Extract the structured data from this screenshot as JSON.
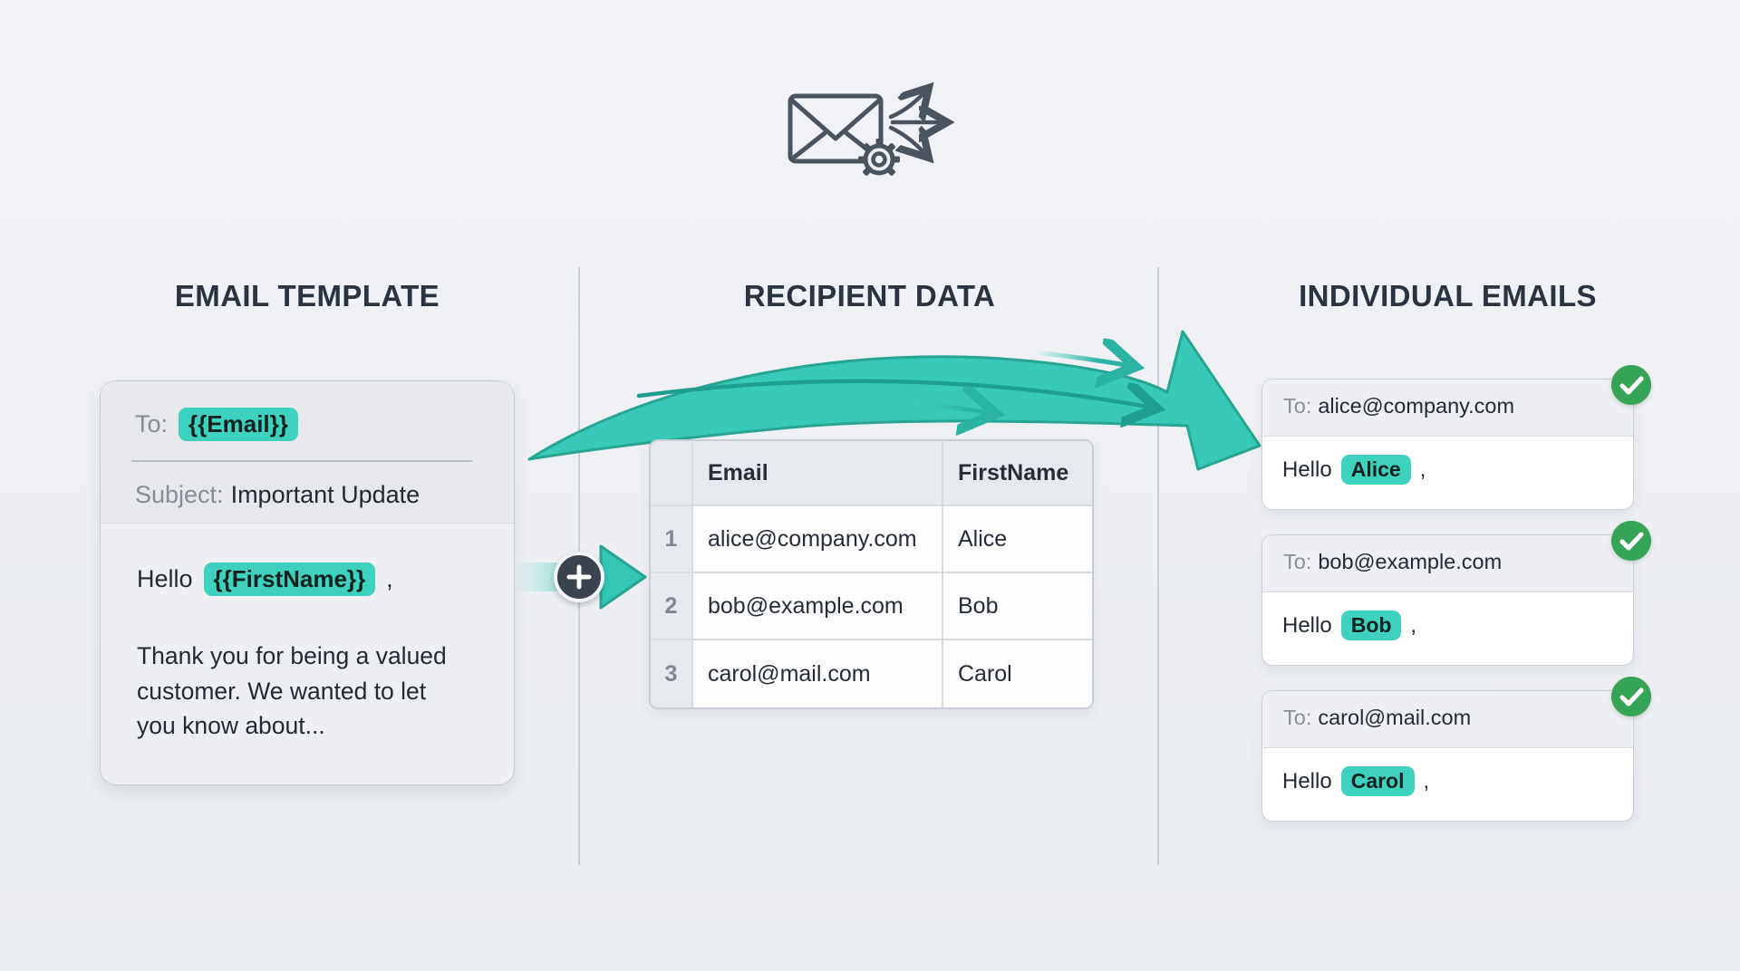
{
  "page": {
    "background": "#eef0f4",
    "accent_teal": "#3ed1bd",
    "accent_teal_dark": "#27a492",
    "success_green": "#36a457",
    "ink": "#2a3340",
    "muted": "#8a9199"
  },
  "sections": {
    "template": {
      "title": "EMAIL TEMPLATE",
      "card": {
        "to_label": "To:",
        "to_token": "{{Email}}",
        "subject_label": "Subject:",
        "subject_value": "Important Update",
        "greeting_prefix": "Hello",
        "greeting_token": "{{FirstName}}",
        "greeting_comma": ",",
        "body_lines": [
          "Thank you for being a valued",
          "customer. We wanted to let",
          "you know about..."
        ]
      }
    },
    "recipients": {
      "title": "RECIPIENT DATA",
      "table": {
        "columns": [
          "Email",
          "FirstName"
        ],
        "rows": [
          {
            "num": "1",
            "email": "alice@company.com",
            "firstname": "Alice"
          },
          {
            "num": "2",
            "email": "bob@example.com",
            "firstname": "Bob"
          },
          {
            "num": "3",
            "email": "carol@mail.com",
            "firstname": "Carol"
          }
        ]
      }
    },
    "individual": {
      "title": "INDIVIDUAL EMAILS",
      "emails": [
        {
          "to_label": "To:",
          "address": "alice@company.com",
          "greeting_prefix": "Hello",
          "name": "Alice",
          "comma": ","
        },
        {
          "to_label": "To:",
          "address": "bob@example.com",
          "greeting_prefix": "Hello",
          "name": "Bob",
          "comma": ","
        },
        {
          "to_label": "To:",
          "address": "carol@mail.com",
          "greeting_prefix": "Hello",
          "name": "Carol",
          "comma": ","
        }
      ]
    }
  }
}
